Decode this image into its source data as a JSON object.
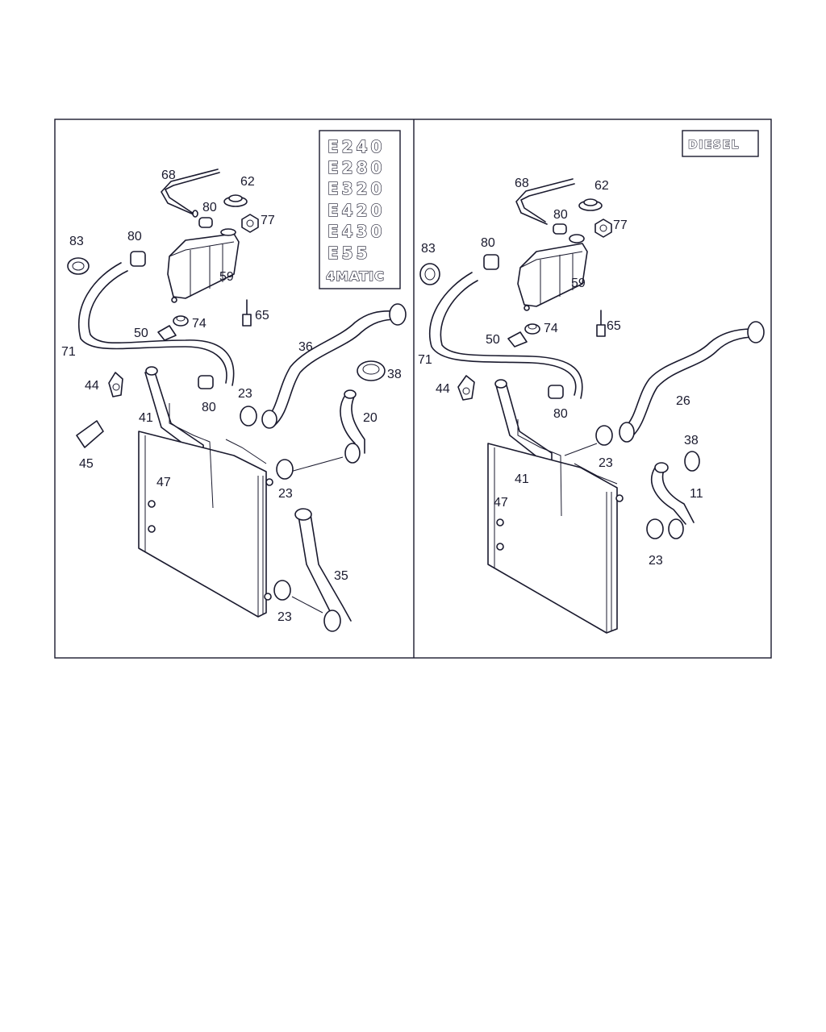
{
  "panels": [
    {
      "id": "petrol",
      "badges": [
        "E240",
        "E280",
        "E320",
        "E420",
        "E430",
        "E55",
        "4MATIC"
      ],
      "callouts": [
        "68",
        "62",
        "80",
        "77",
        "83",
        "80",
        "59",
        "65",
        "50",
        "74",
        "71",
        "36",
        "38",
        "44",
        "80",
        "23",
        "41",
        "20",
        "45",
        "47",
        "23",
        "35",
        "23"
      ]
    },
    {
      "id": "diesel",
      "badges": [
        "DIESEL"
      ],
      "callouts": [
        "68",
        "62",
        "80",
        "77",
        "83",
        "80",
        "59",
        "65",
        "50",
        "74",
        "71",
        "44",
        "80",
        "26",
        "23",
        "41",
        "38",
        "47",
        "11",
        "23"
      ]
    }
  ]
}
